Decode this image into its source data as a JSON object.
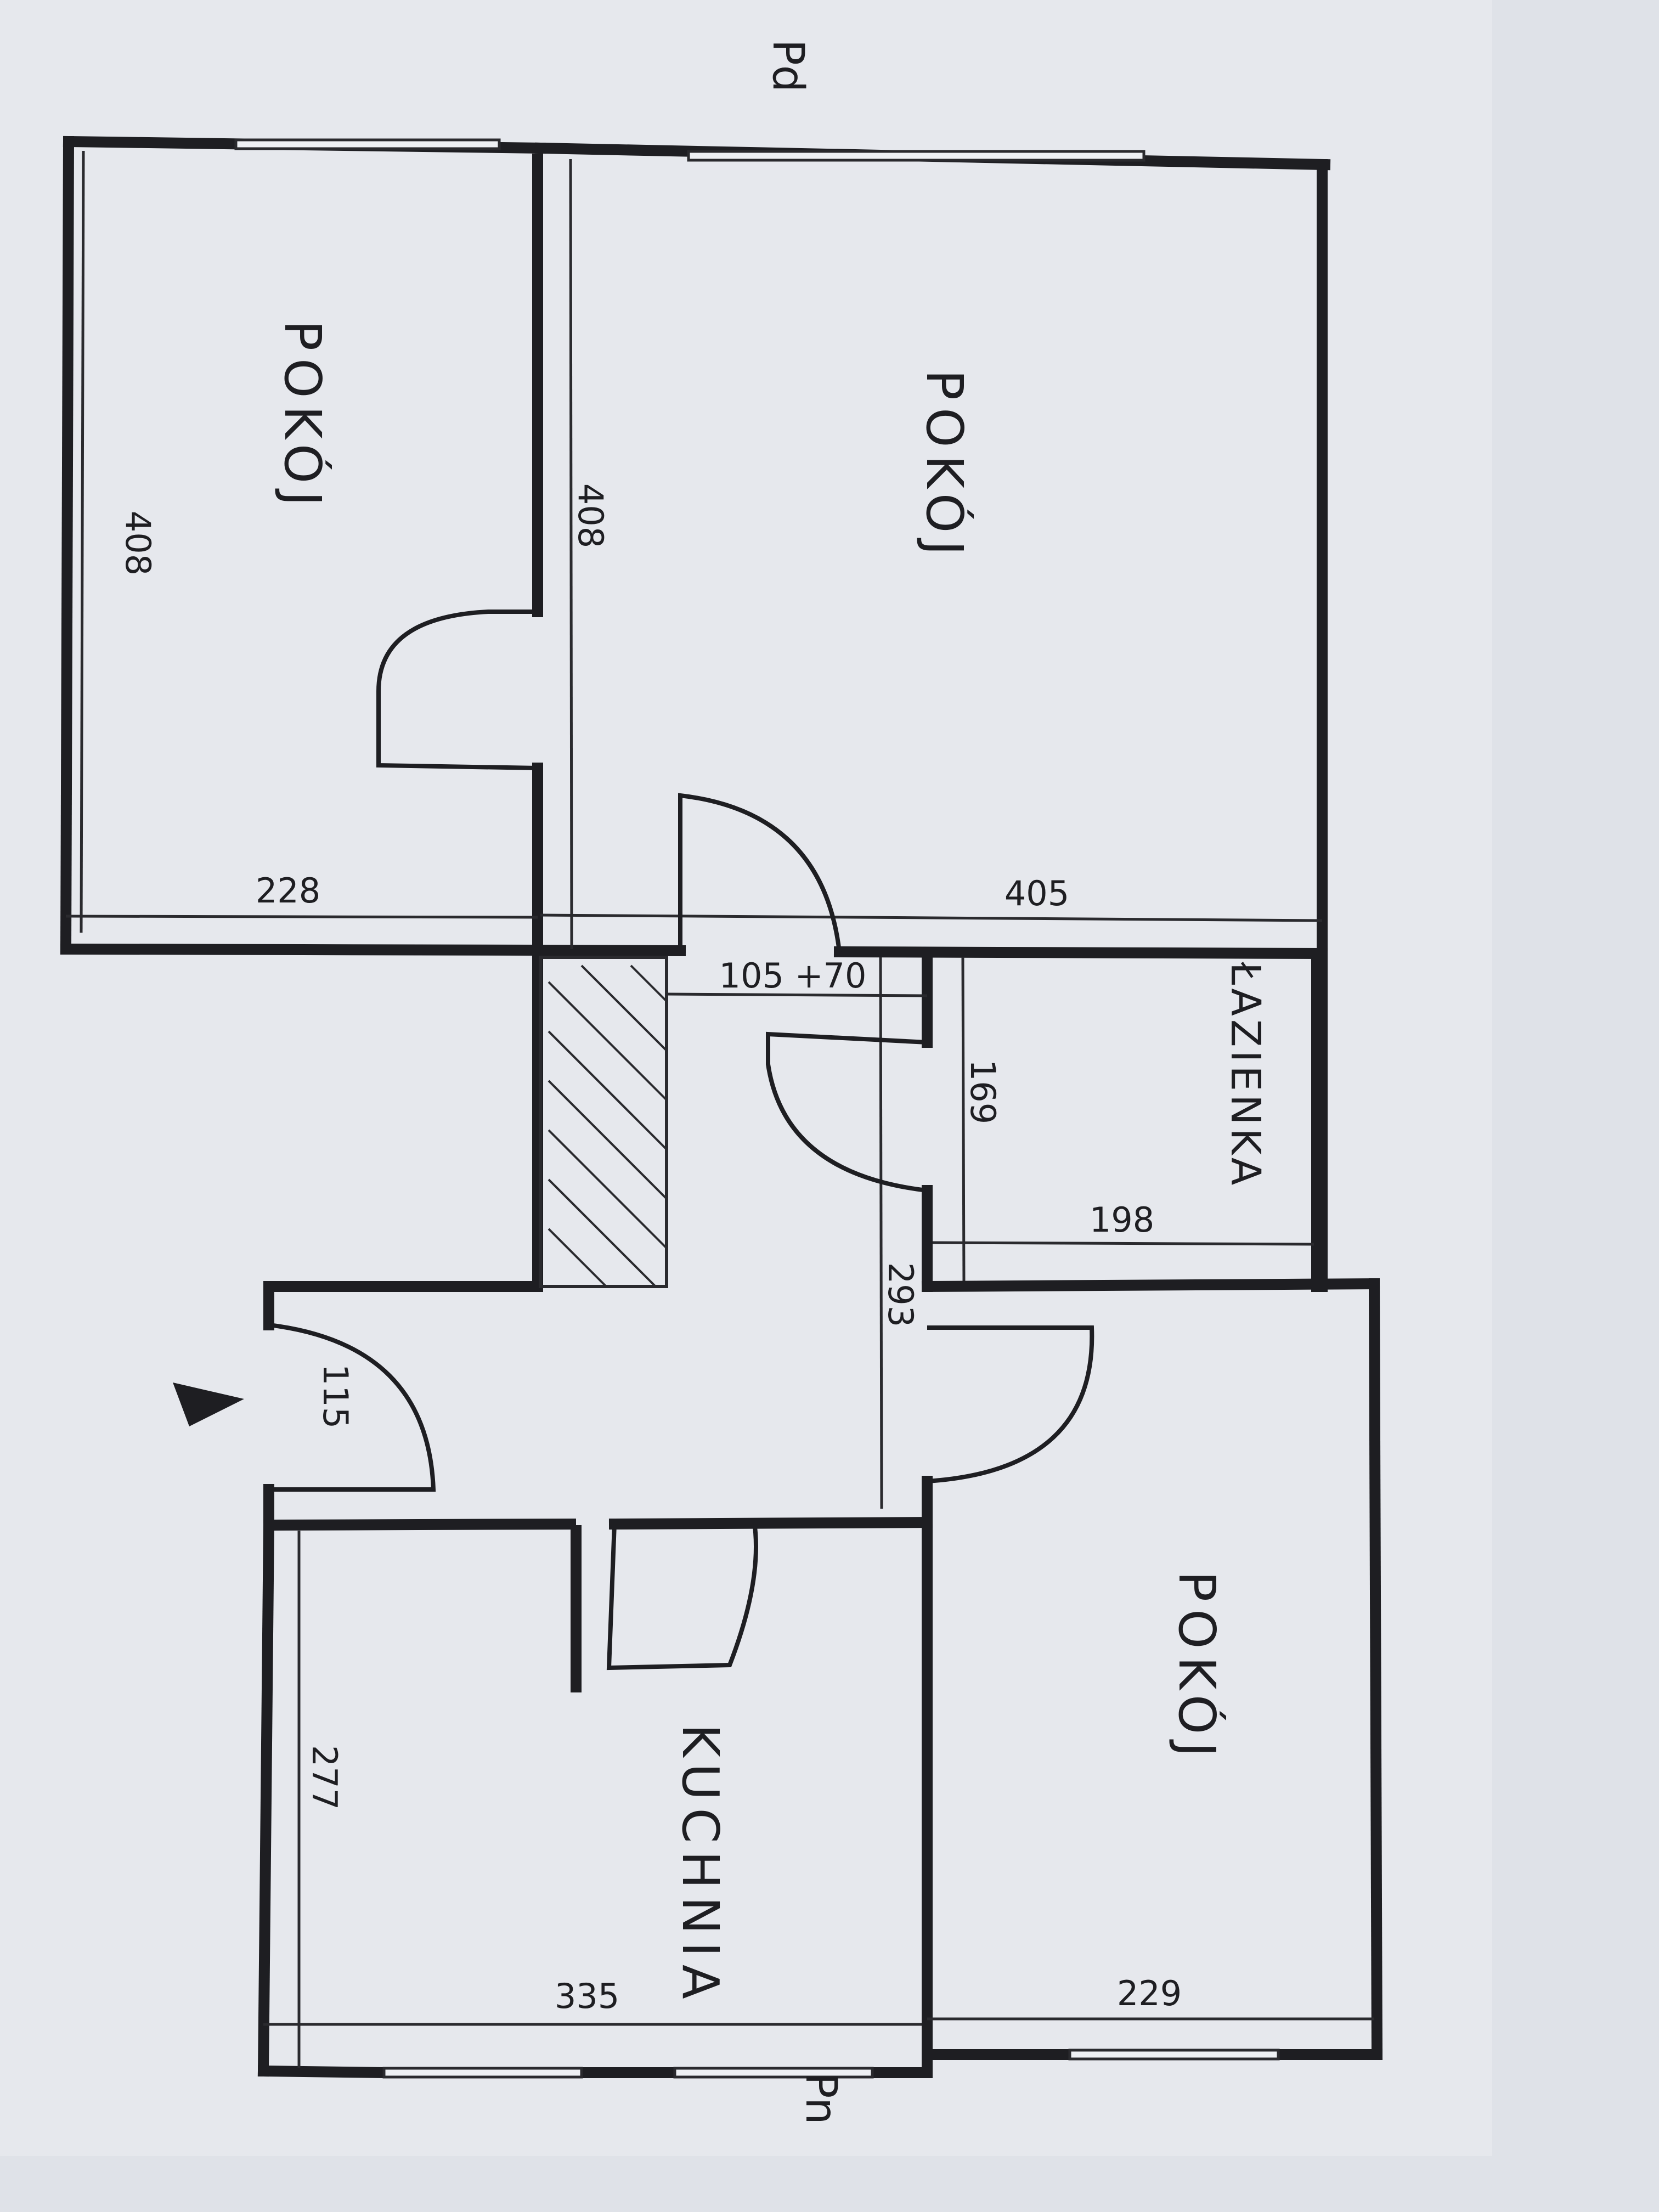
{
  "colors": {
    "paper": "#e4e7ec",
    "ink": "#1e1e22",
    "background": "#dfe2e8"
  },
  "compass": {
    "top": "Pd",
    "bottom": "Pn"
  },
  "rooms": {
    "room_top_left": "POKÓJ",
    "room_top_right": "POKÓJ",
    "bathroom": "ŁAZIENKA",
    "kitchen": "KUCHNIA",
    "room_bottom_right": "POKÓJ"
  },
  "dimensions": {
    "top_left_height": "408",
    "top_left_width": "228",
    "top_right_height": "408",
    "top_right_width": "405",
    "hall": "105 +70",
    "bathroom_height": "169",
    "bathroom_width": "198",
    "corridor": "293",
    "entrance": "115",
    "kitchen_height": "277",
    "kitchen_width": "335",
    "bottom_right_width": "229"
  },
  "icons": {
    "entrance_marker": "triangle-arrow-icon"
  }
}
